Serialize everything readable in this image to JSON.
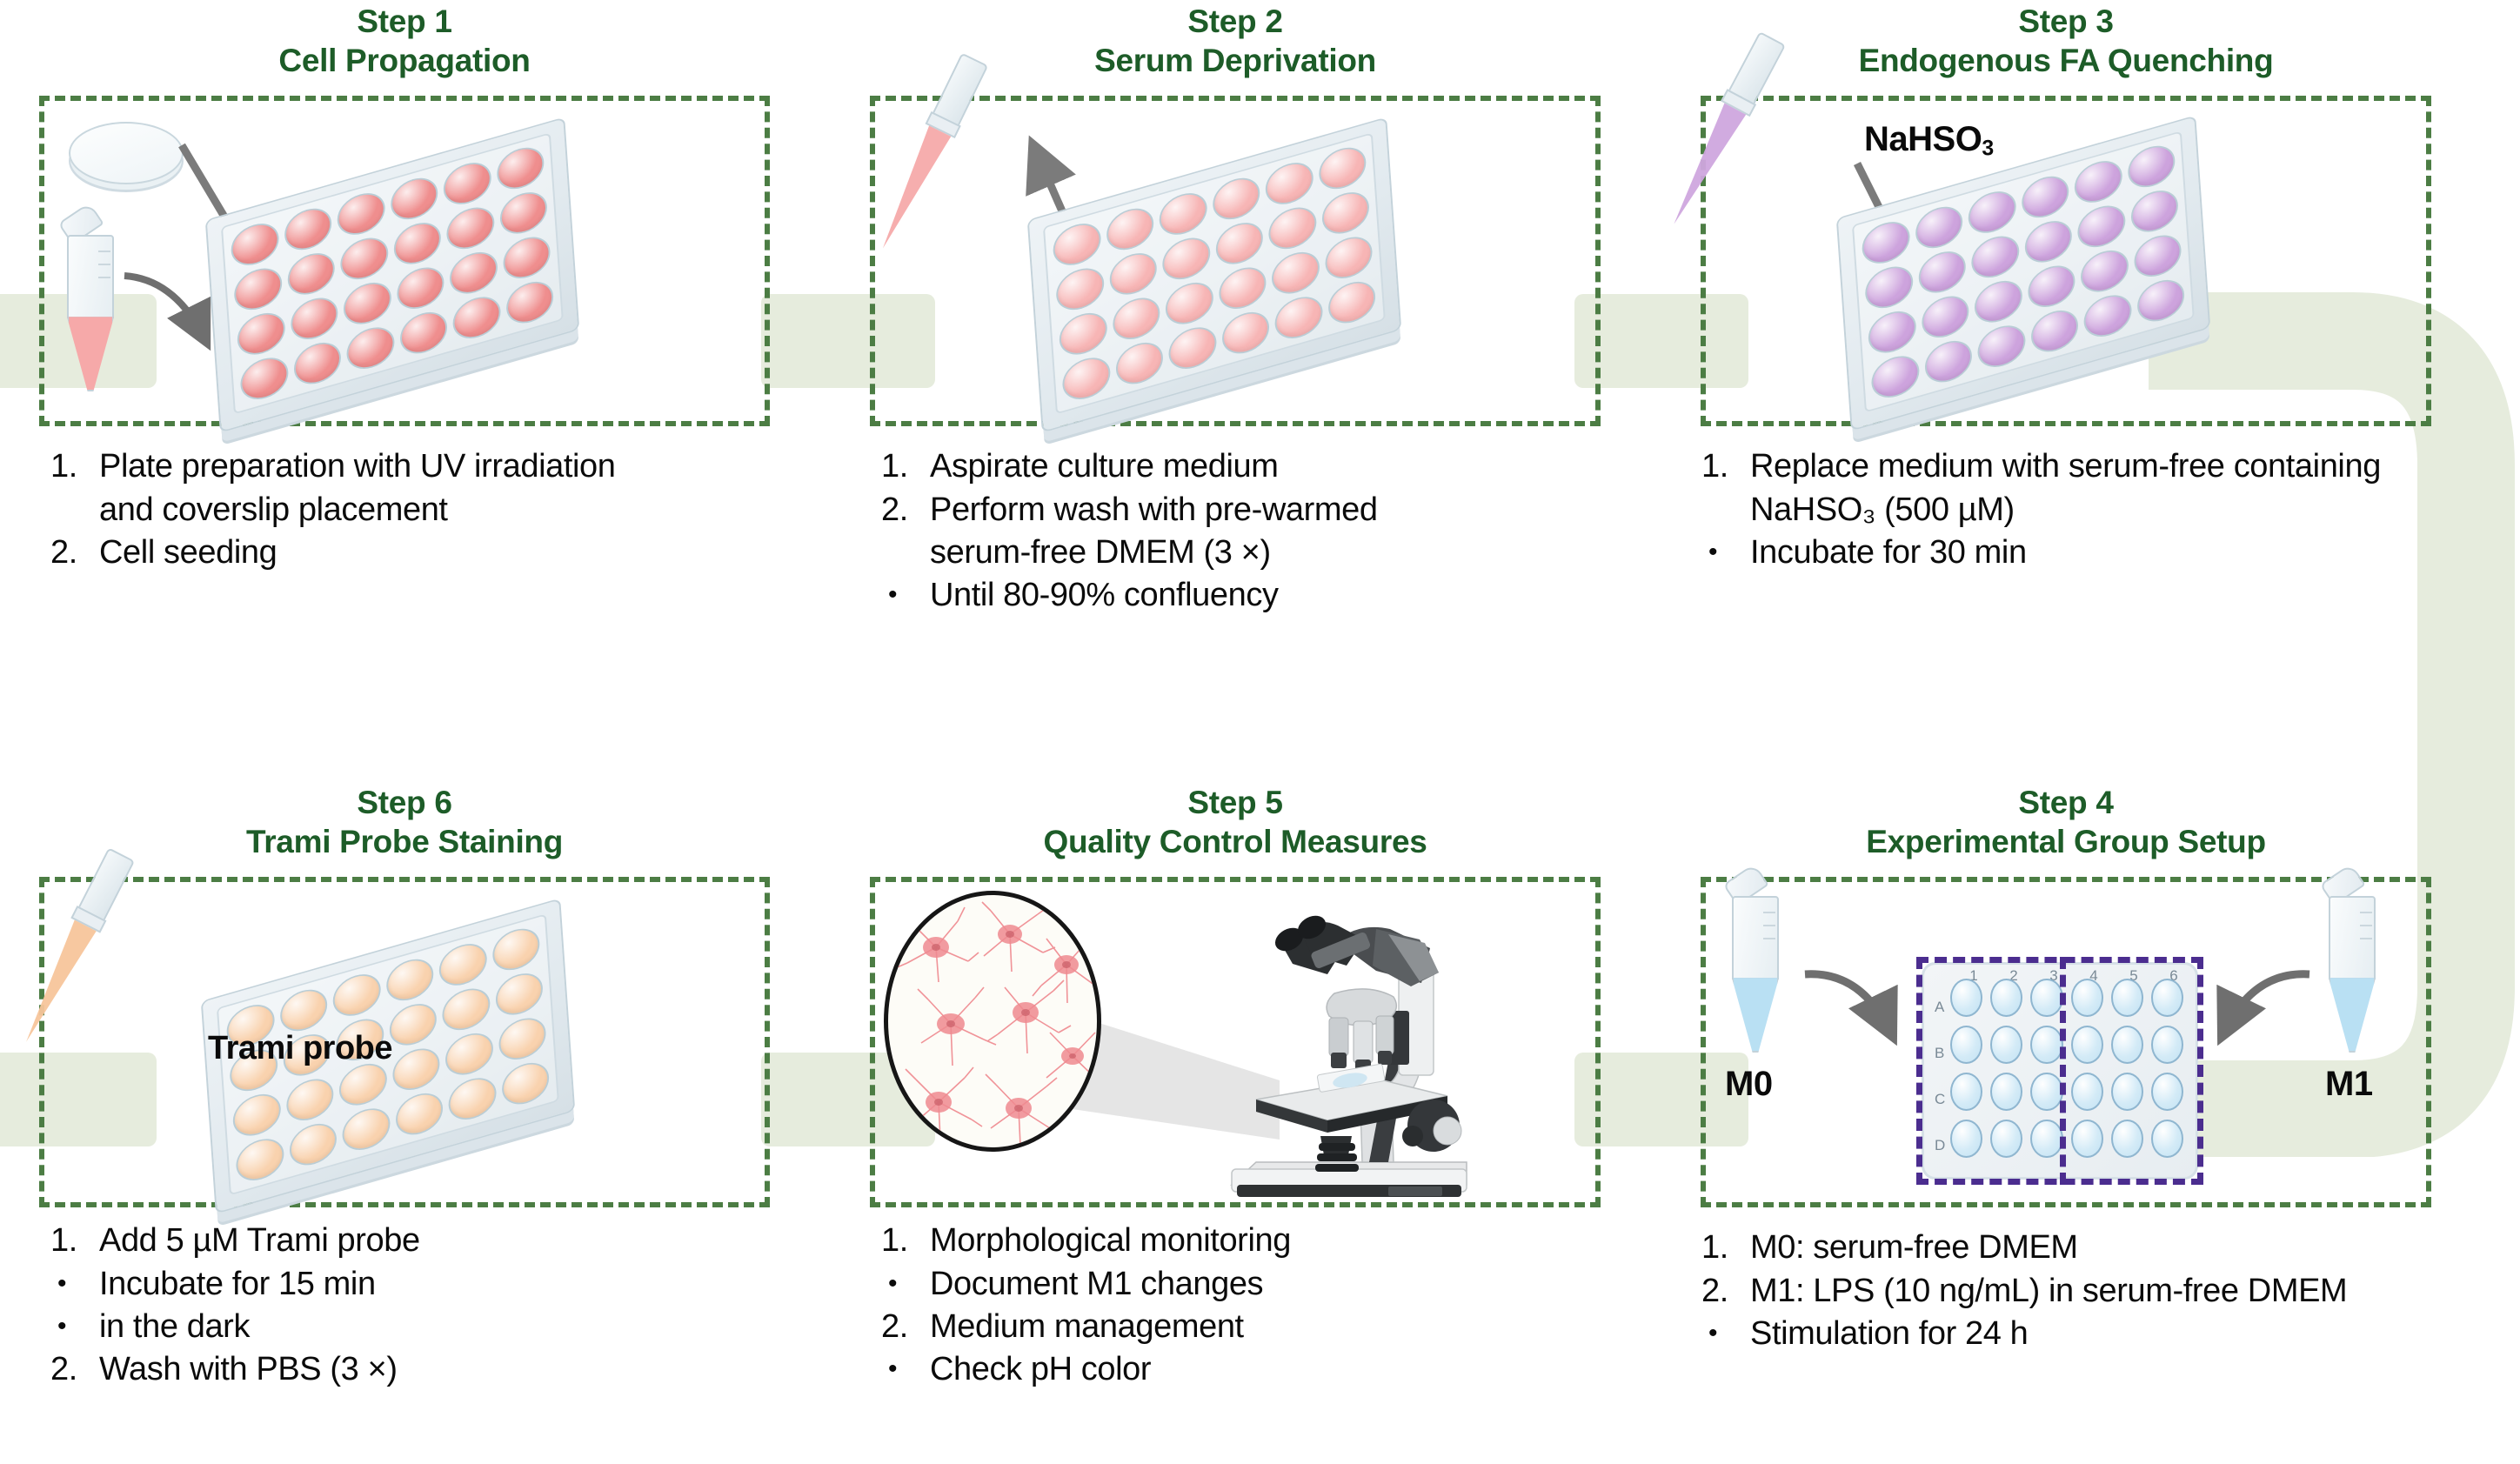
{
  "figure": {
    "type": "protocol-workflow-diagram",
    "panel_border_color": "#4c7d44",
    "title_color": "#1d5c28",
    "connector_color": "#e6ecdd"
  },
  "steps": [
    {
      "id": "step-1",
      "number": "Step 1",
      "name": "Cell Propagation",
      "well_color": "#ef8e8e",
      "art": {
        "plate_wells": 24,
        "coverslip": "coverslip-disc",
        "tube_fluid_color": "#f6a9a9",
        "arrows": [
          "coverslip-to-well",
          "tube-to-plate"
        ]
      },
      "items": [
        {
          "marker": "1.",
          "text": "Plate preparation with UV irradiation",
          "cont": "and coverslip placement"
        },
        {
          "marker": "2.",
          "text": "Cell seeding",
          "cont": ""
        }
      ]
    },
    {
      "id": "step-2",
      "number": "Step 2",
      "name": "Serum Deprivation",
      "well_color": "#f7b5b5",
      "art": {
        "plate_wells": 24,
        "pipette_fluid_color": "#f6aaaa",
        "arrows": [
          "aspirate-up"
        ]
      },
      "items": [
        {
          "marker": "1.",
          "text": "Aspirate culture medium",
          "cont": ""
        },
        {
          "marker": "2.",
          "text": "Perform wash with pre-warmed",
          "cont": "serum-free DMEM (3 ×)"
        },
        {
          "marker": "•",
          "text": "Until 80-90% confluency",
          "cont": ""
        }
      ]
    },
    {
      "id": "step-3",
      "number": "Step 3",
      "name": "Endogenous FA Quenching",
      "well_color": "#cda3dd",
      "art": {
        "plate_wells": 24,
        "pipette_fluid_color": "#cfa6de",
        "label": "NaHSO",
        "label_sub": "3",
        "arrows": [
          "dispense-down"
        ]
      },
      "items": [
        {
          "marker": "1.",
          "text": "Replace medium with serum-free containing",
          "cont": "NaHSO₃ (500 µM)"
        },
        {
          "marker": "•",
          "text": "Incubate for 30 min",
          "cont": ""
        }
      ]
    },
    {
      "id": "step-4",
      "number": "Step 4",
      "name": "Experimental Group Setup",
      "well_color": "#cdeaf8",
      "art": {
        "plate_view": "top",
        "column_labels": [
          "1",
          "2",
          "3",
          "4",
          "5",
          "6"
        ],
        "row_labels": [
          "A",
          "B",
          "C",
          "D"
        ],
        "divider_color": "#4b2d8f",
        "left_tube_label": "M0",
        "right_tube_label": "M1",
        "tube_fluid_color": "#b9e0f3",
        "arrows": [
          "m0-to-plate",
          "m1-to-plate"
        ]
      },
      "items": [
        {
          "marker": "1.",
          "text": "M0: serum-free DMEM",
          "cont": ""
        },
        {
          "marker": "2.",
          "text": "M1: LPS (10 ng/mL) in serum-free DMEM",
          "cont": ""
        },
        {
          "marker": "•",
          "text": "Stimulation for 24 h",
          "cont": ""
        }
      ]
    },
    {
      "id": "step-5",
      "number": "Step 5",
      "name": "Quality Control Measures",
      "art": {
        "microscope": "binocular-light-microscope",
        "field_of_view": "branched-macrophage-cells",
        "cell_color": "#ef8a90"
      },
      "items": [
        {
          "marker": "1.",
          "text": "Morphological monitoring",
          "cont": ""
        },
        {
          "marker": "•",
          "text": "Document M1 changes",
          "cont": ""
        },
        {
          "marker": "2.",
          "text": "Medium management",
          "cont": ""
        },
        {
          "marker": "•",
          "text": "Check pH color",
          "cont": ""
        }
      ]
    },
    {
      "id": "step-6",
      "number": "Step 6",
      "name": "Trami Probe Staining",
      "well_color": "#f9d2ae",
      "art": {
        "plate_wells": 24,
        "pipette_fluid_color": "#f7c59b",
        "label": "Trami probe"
      },
      "items": [
        {
          "marker": "1.",
          "text": "Add 5 µM Trami probe",
          "cont": ""
        },
        {
          "marker": "•",
          "text": "Incubate for 15 min",
          "cont": ""
        },
        {
          "marker": "•",
          "text": "in the dark",
          "cont": ""
        },
        {
          "marker": "2.",
          "text": "Wash with PBS (3 ×)",
          "cont": ""
        }
      ]
    }
  ]
}
